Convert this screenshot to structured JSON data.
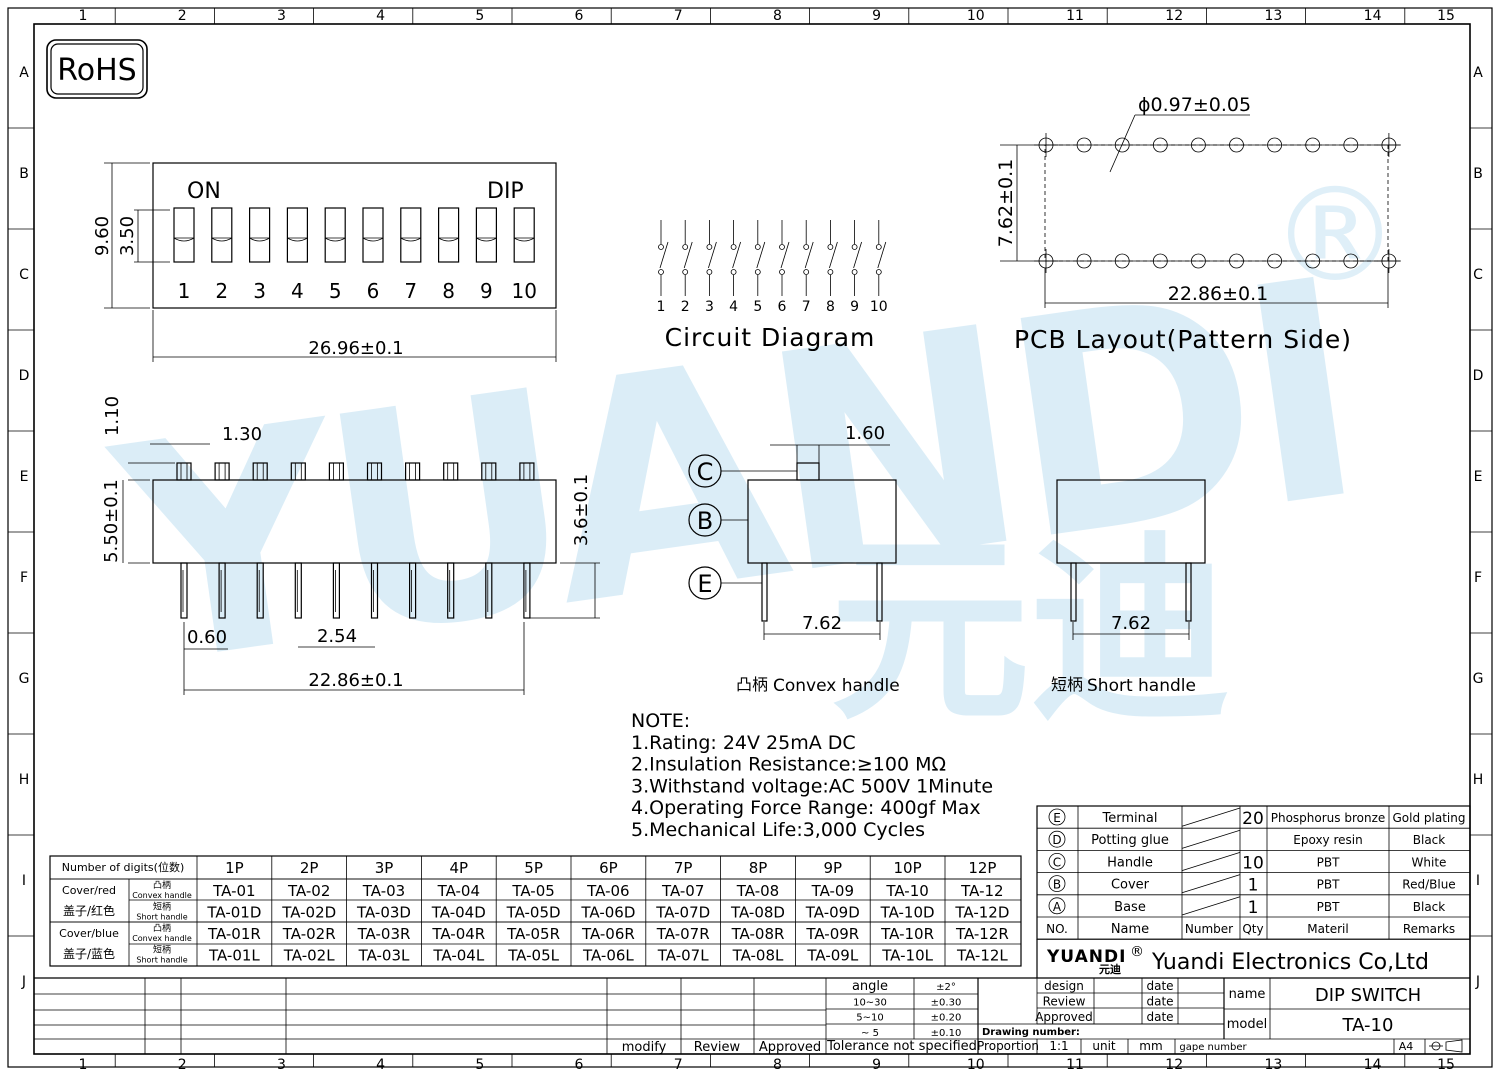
{
  "border": {
    "cols": [
      "1",
      "2",
      "3",
      "4",
      "5",
      "6",
      "7",
      "8",
      "9",
      "10",
      "11",
      "12",
      "13",
      "14",
      "15"
    ],
    "rows": [
      "A",
      "B",
      "C",
      "D",
      "E",
      "F",
      "G",
      "H",
      "I",
      "J"
    ]
  },
  "rohs": "RoHS",
  "watermark": {
    "latin": "YUANDI",
    "reg": "®",
    "cjk": "元迪"
  },
  "top_view": {
    "on": "ON",
    "dip": "DIP",
    "numbers": [
      "1",
      "2",
      "3",
      "4",
      "5",
      "6",
      "7",
      "8",
      "9",
      "10"
    ],
    "dim_width": "26.96±0.1",
    "dim_height": "9.60",
    "dim_slot": "3.50"
  },
  "circuit": {
    "numbers": [
      "1",
      "2",
      "3",
      "4",
      "5",
      "6",
      "7",
      "8",
      "9",
      "10"
    ],
    "title": "Circuit  Diagram"
  },
  "pcb": {
    "dim_hole": "ϕ0.97±0.05",
    "dim_row": "7.62±0.1",
    "dim_width": "22.86±0.1",
    "title": "PCB  Layout(Pattern  Side)"
  },
  "front_view": {
    "dim_actuator_h": "1.10",
    "dim_actuator_w": "1.30",
    "dim_body": "5.50±0.1",
    "dim_pin_len": "3.6±0.1",
    "dim_pin_w": "0.60",
    "dim_pitch": "2.54",
    "dim_span": "22.86±0.1"
  },
  "side_views": {
    "convex": {
      "callouts": [
        "C",
        "B",
        "E"
      ],
      "dim_actuator": "1.60",
      "dim_span": "7.62",
      "caption_cn": "凸柄",
      "caption_en": "Convex  handle"
    },
    "short": {
      "dim_span": "7.62",
      "caption_cn": "短柄",
      "caption_en": "Short  handle"
    }
  },
  "notes": [
    "NOTE:",
    "1.Rating:  24V  25mA  DC",
    "2.Insulation  Resistance:≥100  MΩ",
    "3.Withstand  voltage:AC  500V  1Minute",
    "4.Operating  Force  Range:  400gf  Max",
    "5.Mechanical  Life:3,000  Cycles"
  ],
  "parts_table": {
    "header": [
      "Number of digits(位数)",
      "1P",
      "2P",
      "3P",
      "4P",
      "5P",
      "6P",
      "7P",
      "8P",
      "9P",
      "10P",
      "12P"
    ],
    "groups": [
      {
        "label_en": "Cover/red",
        "label_cn": "盖子/红色",
        "rows": [
          {
            "h_cn": "凸柄",
            "h_en": "Convex handle",
            "cells": [
              "TA-01",
              "TA-02",
              "TA-03",
              "TA-04",
              "TA-05",
              "TA-06",
              "TA-07",
              "TA-08",
              "TA-09",
              "TA-10",
              "TA-12"
            ]
          },
          {
            "h_cn": "短柄",
            "h_en": "Short handle",
            "cells": [
              "TA-01D",
              "TA-02D",
              "TA-03D",
              "TA-04D",
              "TA-05D",
              "TA-06D",
              "TA-07D",
              "TA-08D",
              "TA-09D",
              "TA-10D",
              "TA-12D"
            ]
          }
        ]
      },
      {
        "label_en": "Cover/blue",
        "label_cn": "盖子/蓝色",
        "rows": [
          {
            "h_cn": "凸柄",
            "h_en": "Convex handle",
            "cells": [
              "TA-01R",
              "TA-02R",
              "TA-03R",
              "TA-04R",
              "TA-05R",
              "TA-06R",
              "TA-07R",
              "TA-08R",
              "TA-09R",
              "TA-10R",
              "TA-12R"
            ]
          },
          {
            "h_cn": "短柄",
            "h_en": "Short handle",
            "cells": [
              "TA-01L",
              "TA-02L",
              "TA-03L",
              "TA-04L",
              "TA-05L",
              "TA-06L",
              "TA-07L",
              "TA-08L",
              "TA-09L",
              "TA-10L",
              "TA-12L"
            ]
          }
        ]
      }
    ]
  },
  "bom": {
    "rows": [
      {
        "no": "E",
        "name": "Terminal",
        "qty": "20",
        "mat": "Phosphorus bronze",
        "rem": "Gold plating"
      },
      {
        "no": "D",
        "name": "Potting glue",
        "qty": "",
        "mat": "Epoxy resin",
        "rem": "Black"
      },
      {
        "no": "C",
        "name": "Handle",
        "qty": "10",
        "mat": "PBT",
        "rem": "White"
      },
      {
        "no": "B",
        "name": "Cover",
        "qty": "1",
        "mat": "PBT",
        "rem": "Red/Blue"
      },
      {
        "no": "A",
        "name": "Base",
        "qty": "1",
        "mat": "PBT",
        "rem": "Black"
      }
    ],
    "header": {
      "no": "NO.",
      "name": "Name",
      "number": "Number",
      "qty": "Qty",
      "mat": "Materil",
      "rem": "Remarks"
    }
  },
  "title_block": {
    "logo": "YUANDI",
    "logo_reg": "®",
    "logo_cn": "元迪",
    "company": "Yuandi Electronics Co,Ltd",
    "tolerance": {
      "rows": [
        [
          "angle",
          "±2°"
        ],
        [
          "10~30",
          "±0.30"
        ],
        [
          "5~10",
          "±0.20"
        ],
        [
          "~ 5",
          "±0.10"
        ]
      ],
      "caption": "Tolerance  not  specified"
    },
    "rev_labels": [
      "modify",
      "Review",
      "Approved"
    ],
    "sign": [
      [
        "design",
        "date"
      ],
      [
        "Review",
        "date"
      ],
      [
        "Approved",
        "date"
      ]
    ],
    "drawing_number": "Drawing number:",
    "proportion": "Proportion",
    "scale": "1:1",
    "unit": "unit",
    "unit_val": "mm",
    "gape_number": "gape number",
    "name_label": "name",
    "name_val": "DIP  SWITCH",
    "model_label": "model",
    "model_val": "TA-10",
    "paper": "A4"
  }
}
